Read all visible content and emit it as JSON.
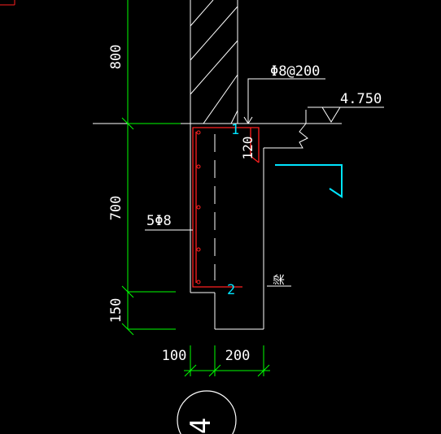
{
  "colors": {
    "background": "#000000",
    "outline": "#ffffff",
    "dimension": "#00ff00",
    "rebar": "#ff2020",
    "marker": "#00e5ff",
    "label": "#ffffff"
  },
  "dimensions": {
    "vertical": [
      "800",
      "700",
      "150"
    ],
    "horizontal": [
      "100",
      "200"
    ]
  },
  "annotations": {
    "stirrup_spec": "Φ8@200",
    "longitudinal_bars": "5Φ8",
    "slab_thickness": "120",
    "elevation": "4.750",
    "beam_label": "梁"
  },
  "markers": [
    "1",
    "2"
  ],
  "section_symbol": "4"
}
